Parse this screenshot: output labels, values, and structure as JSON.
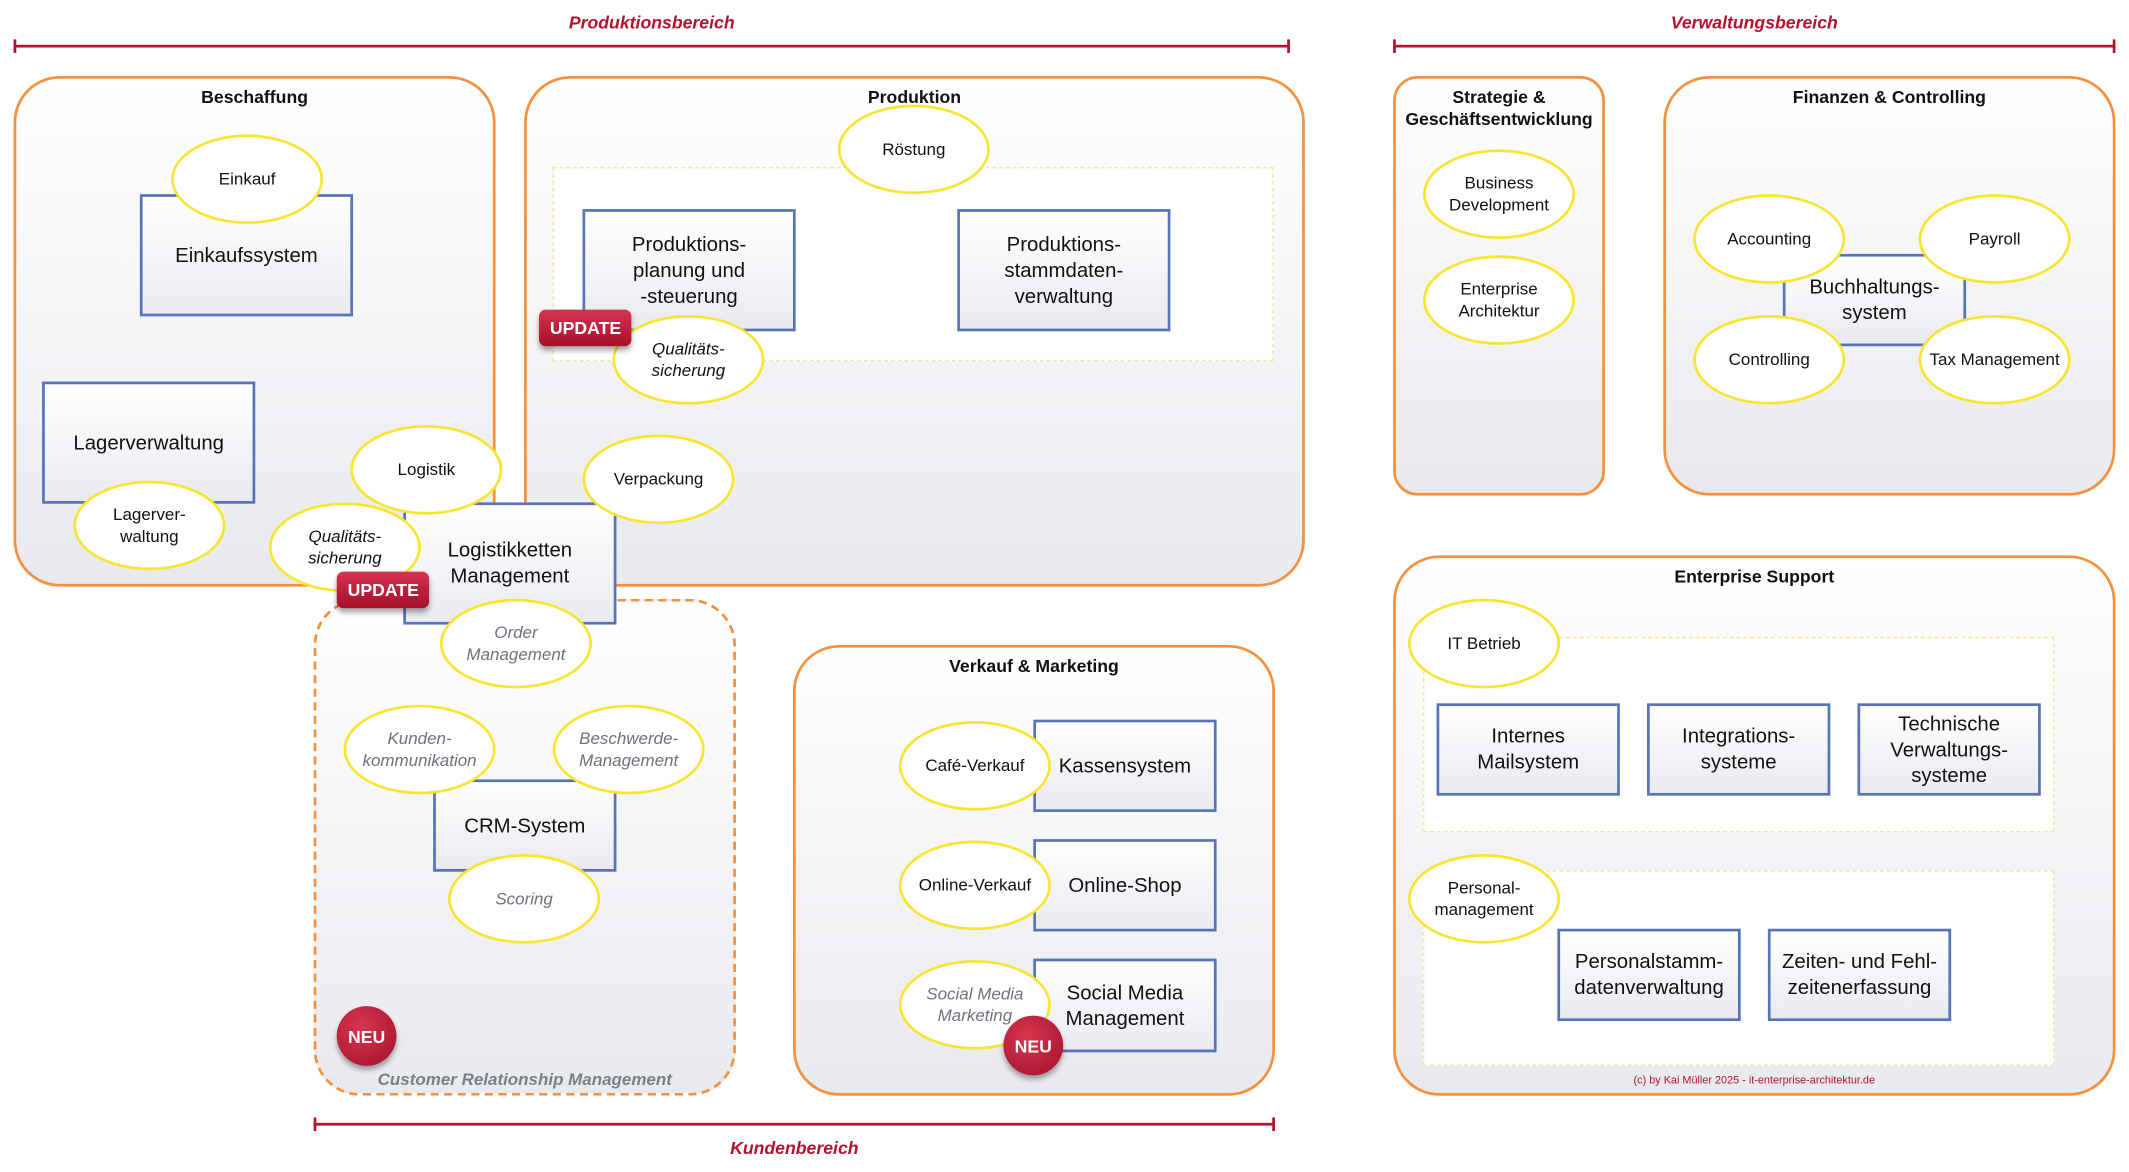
{
  "areas": {
    "produktion": "Produktionsbereich",
    "verwaltung": "Verwaltungsbereich",
    "kunden": "Kundenbereich"
  },
  "domains": {
    "beschaffung": "Beschaffung",
    "produktion": "Produktion",
    "strategie": "Strategie &\nGeschäftsentwicklung",
    "finanzen": "Finanzen & Controlling",
    "support": "Enterprise Support",
    "verkauf": "Verkauf & Marketing",
    "crm": "Customer Relationship Management"
  },
  "systems": {
    "einkaufssystem": "Einkaufssystem",
    "lagerverwaltung": "Lagerverwaltung",
    "produktionsplanung": "Produktions-\nplanung und\n-steuerung",
    "stammdaten": "Produktions-\nstammdaten-\nverwaltung",
    "logistik": "Logistikketten\nManagement",
    "crm": "CRM-System",
    "kassensystem": "Kassensystem",
    "onlineshop": "Online-Shop",
    "socialmedia": "Social Media\nManagement",
    "buchhaltung": "Buchhaltungs-\nsystem",
    "mail": "Internes\nMailsystem",
    "integration": "Integrations-\nsysteme",
    "technische": "Technische\nVerwaltungs-\nsysteme",
    "personalstamm": "Personalstamm-\ndatenverwaltung",
    "zeiten": "Zeiten- und Fehl-\nzeitenerfassung"
  },
  "capabilities": {
    "einkauf": "Einkauf",
    "lagerverwaltung": "Lagerver-\nwaltung",
    "roestung": "Röstung",
    "qualitaet1": "Qualitäts-\nsicherung",
    "logistik": "Logistik",
    "qualitaet2": "Qualitäts-\nsicherung",
    "verpackung": "Verpackung",
    "order": "Order\nManagement",
    "kundenkommunikation": "Kunden-\nkommunikation",
    "beschwerde": "Beschwerde-\nManagement",
    "scoring": "Scoring",
    "cafe": "Café-Verkauf",
    "online": "Online-Verkauf",
    "socialmarketing": "Social Media\nMarketing",
    "business": "Business\nDevelopment",
    "ea": "Enterprise\nArchitektur",
    "accounting": "Accounting",
    "payroll": "Payroll",
    "controlling": "Controlling",
    "tax": "Tax Management",
    "itbetrieb": "IT Betrieb",
    "personal": "Personal-\nmanagement"
  },
  "badges": {
    "update": "UPDATE",
    "neu": "NEU"
  },
  "copyright": "(c) by Kai Müller 2025 - it-enterprise-architektur.de",
  "colors": {
    "accent": "#b3122e",
    "domain_border": "#f5913e",
    "system_border": "#5874b8",
    "capability_border": "#f7e532"
  }
}
